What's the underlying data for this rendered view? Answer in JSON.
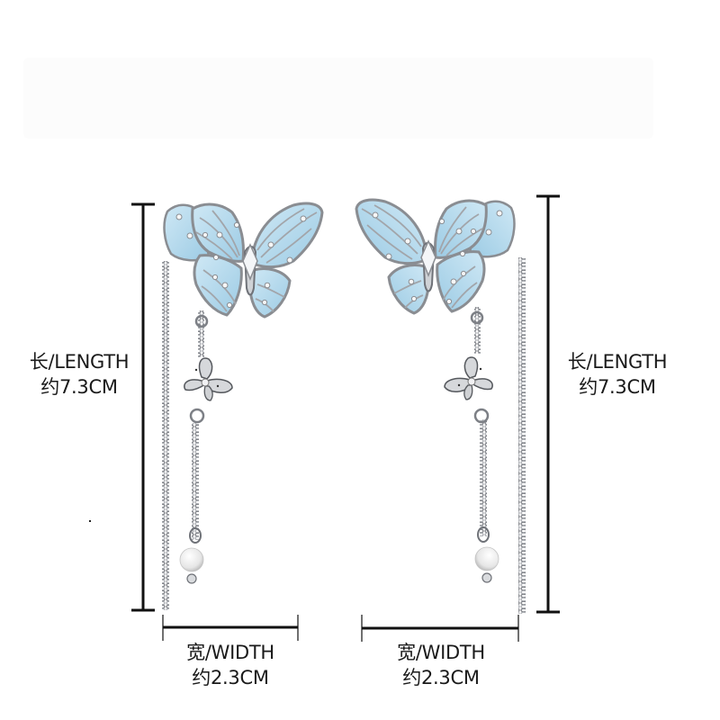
{
  "product": {
    "type": "butterfly tassel earrings",
    "colors": {
      "enamel": "#b9dcef",
      "enamel_shade": "#9ccbe4",
      "metal": "#c9cbcf",
      "metal_dark": "#6f7278",
      "pearl": "#f2f2f2",
      "dimension_line": "#111111",
      "text": "#1a1a1a",
      "background": "#ffffff"
    }
  },
  "dimensions": {
    "length_left": {
      "line1": "长/LENGTH",
      "line2": "约7.3CM"
    },
    "length_right": {
      "line1": "长/LENGTH",
      "line2": "约7.3CM"
    },
    "width_left": {
      "line1": "宽/WIDTH",
      "line2": "约2.3CM"
    },
    "width_right": {
      "line1": "宽/WIDTH",
      "line2": "约2.3CM"
    }
  }
}
